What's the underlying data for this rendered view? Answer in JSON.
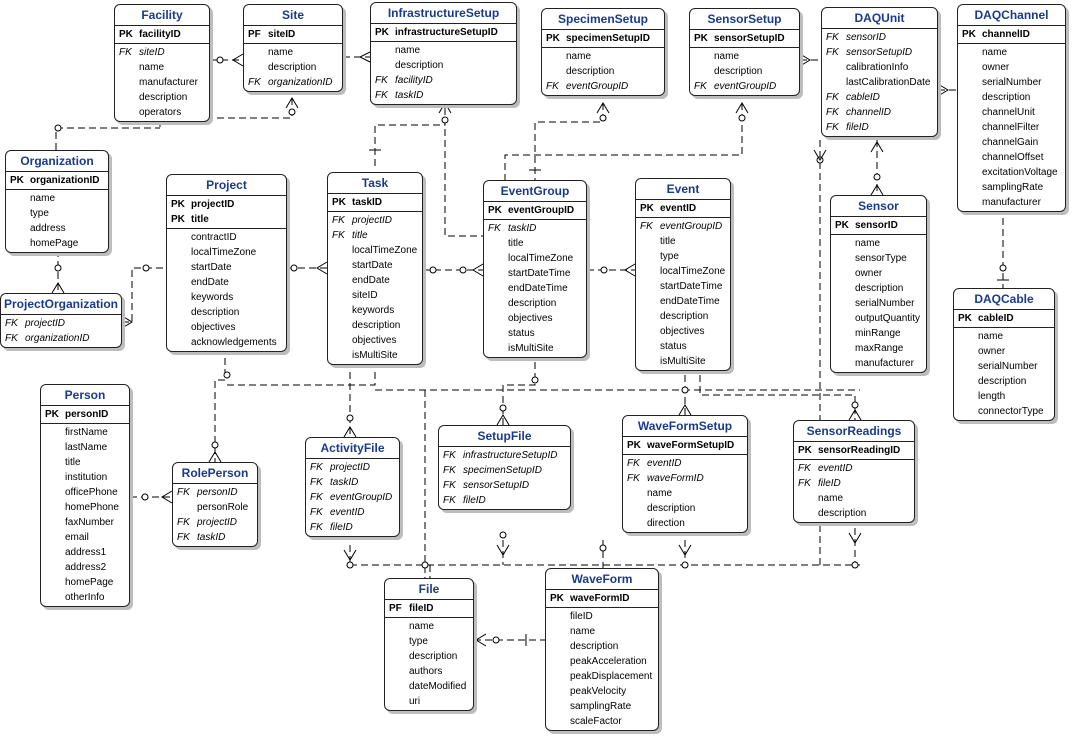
{
  "entities": {
    "facility": {
      "name": "Facility",
      "fields": [
        {
          "key": "PK",
          "name": "facilityID"
        },
        {
          "key": "FK",
          "name": "siteID"
        },
        {
          "key": "",
          "name": "name"
        },
        {
          "key": "",
          "name": "manufacturer"
        },
        {
          "key": "",
          "name": "description"
        },
        {
          "key": "",
          "name": "operators"
        }
      ]
    },
    "site": {
      "name": "Site",
      "fields": [
        {
          "key": "PF",
          "name": "siteID"
        },
        {
          "key": "",
          "name": "name"
        },
        {
          "key": "",
          "name": "description"
        },
        {
          "key": "FK",
          "name": "organizationID"
        }
      ]
    },
    "infrastructure_setup": {
      "name": "InfrastructureSetup",
      "fields": [
        {
          "key": "PK",
          "name": "infrastructureSetupID"
        },
        {
          "key": "",
          "name": "name"
        },
        {
          "key": "",
          "name": "description"
        },
        {
          "key": "FK",
          "name": "facilityID"
        },
        {
          "key": "FK",
          "name": "taskID"
        }
      ]
    },
    "specimen_setup": {
      "name": "SpecimenSetup",
      "fields": [
        {
          "key": "PK",
          "name": "specimenSetupID"
        },
        {
          "key": "",
          "name": "name"
        },
        {
          "key": "",
          "name": "description"
        },
        {
          "key": "FK",
          "name": "eventGroupID"
        }
      ]
    },
    "sensor_setup": {
      "name": "SensorSetup",
      "fields": [
        {
          "key": "PK",
          "name": "sensorSetupID"
        },
        {
          "key": "",
          "name": "name"
        },
        {
          "key": "",
          "name": "description"
        },
        {
          "key": "FK",
          "name": "eventGroupID"
        }
      ]
    },
    "daq_unit": {
      "name": "DAQUnit",
      "fields": [
        {
          "key": "FK",
          "name": "sensorID"
        },
        {
          "key": "FK",
          "name": "sensorSetupID"
        },
        {
          "key": "",
          "name": "calibrationInfo"
        },
        {
          "key": "",
          "name": "lastCalibrationDate"
        },
        {
          "key": "FK",
          "name": "cableID"
        },
        {
          "key": "FK",
          "name": "channelID"
        },
        {
          "key": "FK",
          "name": "fileID"
        }
      ]
    },
    "daq_channel": {
      "name": "DAQChannel",
      "fields": [
        {
          "key": "PK",
          "name": "channelID"
        },
        {
          "key": "",
          "name": "name"
        },
        {
          "key": "",
          "name": "owner"
        },
        {
          "key": "",
          "name": "serialNumber"
        },
        {
          "key": "",
          "name": "description"
        },
        {
          "key": "",
          "name": "channelUnit"
        },
        {
          "key": "",
          "name": "channelFilter"
        },
        {
          "key": "",
          "name": "channelGain"
        },
        {
          "key": "",
          "name": "channelOffset"
        },
        {
          "key": "",
          "name": "excitationVoltage"
        },
        {
          "key": "",
          "name": "samplingRate"
        },
        {
          "key": "",
          "name": "manufacturer"
        }
      ]
    },
    "organization": {
      "name": "Organization",
      "fields": [
        {
          "key": "PK",
          "name": "organizationID"
        },
        {
          "key": "",
          "name": "name"
        },
        {
          "key": "",
          "name": "type"
        },
        {
          "key": "",
          "name": "address"
        },
        {
          "key": "",
          "name": "homePage"
        }
      ]
    },
    "project": {
      "name": "Project",
      "fields": [
        {
          "key": "PK",
          "name": "projectID"
        },
        {
          "key": "PK",
          "name": "title"
        },
        {
          "key": "",
          "name": "contractID"
        },
        {
          "key": "",
          "name": "localTimeZone"
        },
        {
          "key": "",
          "name": "startDate"
        },
        {
          "key": "",
          "name": "endDate"
        },
        {
          "key": "",
          "name": "keywords"
        },
        {
          "key": "",
          "name": "description"
        },
        {
          "key": "",
          "name": "objectives"
        },
        {
          "key": "",
          "name": "acknowledgements"
        }
      ]
    },
    "task": {
      "name": "Task",
      "fields": [
        {
          "key": "PK",
          "name": "taskID"
        },
        {
          "key": "FK",
          "name": "projectID"
        },
        {
          "key": "FK",
          "name": "title"
        },
        {
          "key": "",
          "name": "localTimeZone"
        },
        {
          "key": "",
          "name": "startDate"
        },
        {
          "key": "",
          "name": "endDate"
        },
        {
          "key": "",
          "name": "siteID"
        },
        {
          "key": "",
          "name": "keywords"
        },
        {
          "key": "",
          "name": "description"
        },
        {
          "key": "",
          "name": "objectives"
        },
        {
          "key": "",
          "name": "isMultiSite"
        }
      ]
    },
    "event_group": {
      "name": "EventGroup",
      "fields": [
        {
          "key": "PK",
          "name": "eventGroupID"
        },
        {
          "key": "FK",
          "name": "taskID"
        },
        {
          "key": "",
          "name": "title"
        },
        {
          "key": "",
          "name": "localTimeZone"
        },
        {
          "key": "",
          "name": "startDateTime"
        },
        {
          "key": "",
          "name": "endDateTime"
        },
        {
          "key": "",
          "name": "description"
        },
        {
          "key": "",
          "name": "objectives"
        },
        {
          "key": "",
          "name": "status"
        },
        {
          "key": "",
          "name": "isMultiSite"
        }
      ]
    },
    "event": {
      "name": "Event",
      "fields": [
        {
          "key": "PK",
          "name": "eventID"
        },
        {
          "key": "FK",
          "name": "eventGroupID"
        },
        {
          "key": "",
          "name": "title"
        },
        {
          "key": "",
          "name": "type"
        },
        {
          "key": "",
          "name": "localTimeZone"
        },
        {
          "key": "",
          "name": "startDateTime"
        },
        {
          "key": "",
          "name": "endDateTime"
        },
        {
          "key": "",
          "name": "description"
        },
        {
          "key": "",
          "name": "objectives"
        },
        {
          "key": "",
          "name": "status"
        },
        {
          "key": "",
          "name": "isMultiSite"
        }
      ]
    },
    "sensor": {
      "name": "Sensor",
      "fields": [
        {
          "key": "PK",
          "name": "sensorID"
        },
        {
          "key": "",
          "name": "name"
        },
        {
          "key": "",
          "name": "sensorType"
        },
        {
          "key": "",
          "name": "owner"
        },
        {
          "key": "",
          "name": "description"
        },
        {
          "key": "",
          "name": "serialNumber"
        },
        {
          "key": "",
          "name": "outputQuantity"
        },
        {
          "key": "",
          "name": "minRange"
        },
        {
          "key": "",
          "name": "maxRange"
        },
        {
          "key": "",
          "name": "manufacturer"
        }
      ]
    },
    "project_organization": {
      "name": "ProjectOrganization",
      "fields": [
        {
          "key": "FK",
          "name": "projectID"
        },
        {
          "key": "FK",
          "name": "organizationID"
        }
      ]
    },
    "daq_cable": {
      "name": "DAQCable",
      "fields": [
        {
          "key": "PK",
          "name": "cableID"
        },
        {
          "key": "",
          "name": "name"
        },
        {
          "key": "",
          "name": "owner"
        },
        {
          "key": "",
          "name": "serialNumber"
        },
        {
          "key": "",
          "name": "description"
        },
        {
          "key": "",
          "name": "length"
        },
        {
          "key": "",
          "name": "connectorType"
        }
      ]
    },
    "person": {
      "name": "Person",
      "fields": [
        {
          "key": "PK",
          "name": "personID"
        },
        {
          "key": "",
          "name": "firstName"
        },
        {
          "key": "",
          "name": "lastName"
        },
        {
          "key": "",
          "name": "title"
        },
        {
          "key": "",
          "name": "institution"
        },
        {
          "key": "",
          "name": "officePhone"
        },
        {
          "key": "",
          "name": "homePhone"
        },
        {
          "key": "",
          "name": "faxNumber"
        },
        {
          "key": "",
          "name": "email"
        },
        {
          "key": "",
          "name": "address1"
        },
        {
          "key": "",
          "name": "address2"
        },
        {
          "key": "",
          "name": "homePage"
        },
        {
          "key": "",
          "name": "otherInfo"
        }
      ]
    },
    "role_person": {
      "name": "RolePerson",
      "fields": [
        {
          "key": "FK",
          "name": "personID"
        },
        {
          "key": "",
          "name": "personRole"
        },
        {
          "key": "FK",
          "name": "projectID"
        },
        {
          "key": "FK",
          "name": "taskID"
        }
      ]
    },
    "activity_file": {
      "name": "ActivityFile",
      "fields": [
        {
          "key": "FK",
          "name": "projectID"
        },
        {
          "key": "FK",
          "name": "taskID"
        },
        {
          "key": "FK",
          "name": "eventGroupID"
        },
        {
          "key": "FK",
          "name": "eventID"
        },
        {
          "key": "FK",
          "name": "fileID"
        }
      ]
    },
    "setup_file": {
      "name": "SetupFile",
      "fields": [
        {
          "key": "FK",
          "name": "infrastructureSetupID"
        },
        {
          "key": "FK",
          "name": "specimenSetupID"
        },
        {
          "key": "FK",
          "name": "sensorSetupID"
        },
        {
          "key": "FK",
          "name": "fileID"
        }
      ]
    },
    "wave_form_setup": {
      "name": "WaveFormSetup",
      "fields": [
        {
          "key": "PK",
          "name": "waveFormSetupID"
        },
        {
          "key": "FK",
          "name": "eventID"
        },
        {
          "key": "FK",
          "name": "waveFormID"
        },
        {
          "key": "",
          "name": "name"
        },
        {
          "key": "",
          "name": "description"
        },
        {
          "key": "",
          "name": "direction"
        }
      ]
    },
    "sensor_readings": {
      "name": "SensorReadings",
      "fields": [
        {
          "key": "PK",
          "name": "sensorReadingID"
        },
        {
          "key": "FK",
          "name": "eventID"
        },
        {
          "key": "FK",
          "name": "fileID"
        },
        {
          "key": "",
          "name": "name"
        },
        {
          "key": "",
          "name": "description"
        }
      ]
    },
    "file": {
      "name": "File",
      "fields": [
        {
          "key": "PF",
          "name": "fileID"
        },
        {
          "key": "",
          "name": "name"
        },
        {
          "key": "",
          "name": "type"
        },
        {
          "key": "",
          "name": "description"
        },
        {
          "key": "",
          "name": "authors"
        },
        {
          "key": "",
          "name": "dateModified"
        },
        {
          "key": "",
          "name": "uri"
        }
      ]
    },
    "wave_form": {
      "name": "WaveForm",
      "fields": [
        {
          "key": "PK",
          "name": "waveFormID"
        },
        {
          "key": "",
          "name": "fileID"
        },
        {
          "key": "",
          "name": "name"
        },
        {
          "key": "",
          "name": "description"
        },
        {
          "key": "",
          "name": "peakAcceleration"
        },
        {
          "key": "",
          "name": "peakDisplacement"
        },
        {
          "key": "",
          "name": "peakVelocity"
        },
        {
          "key": "",
          "name": "samplingRate"
        },
        {
          "key": "",
          "name": "scaleFactor"
        }
      ]
    }
  },
  "colors": {
    "title": "#1a3a8f",
    "border": "#222222",
    "shadow": "#bdbdbd",
    "line": "#000000"
  }
}
